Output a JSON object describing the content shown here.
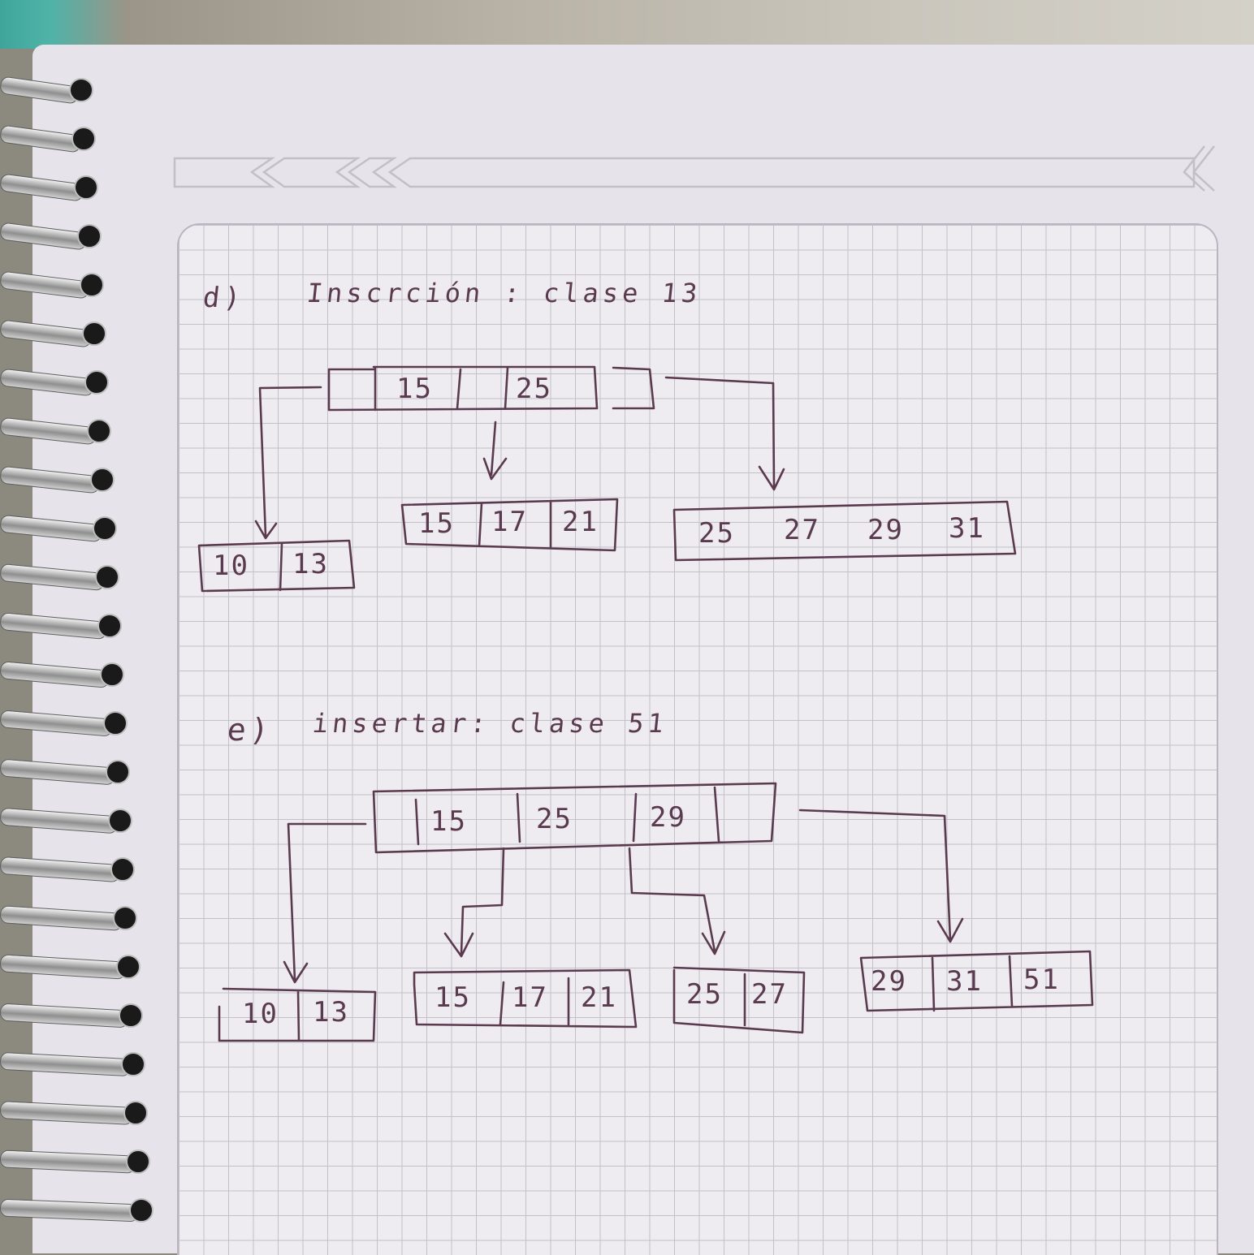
{
  "sections": [
    {
      "label": "d)",
      "title": "Inscrción : clase 13",
      "root": [
        "15",
        "25"
      ],
      "children": [
        [
          "10",
          "13"
        ],
        [
          "15",
          "17",
          "21"
        ],
        [
          "25",
          "27",
          "29",
          "31"
        ]
      ]
    },
    {
      "label": "e)",
      "title": "insertar: clase 51",
      "root": [
        "15",
        "25",
        "29"
      ],
      "children": [
        [
          "10",
          "13"
        ],
        [
          "15",
          "17",
          "21"
        ],
        [
          "25",
          "27"
        ],
        [
          "29",
          "31",
          "51"
        ]
      ]
    }
  ]
}
